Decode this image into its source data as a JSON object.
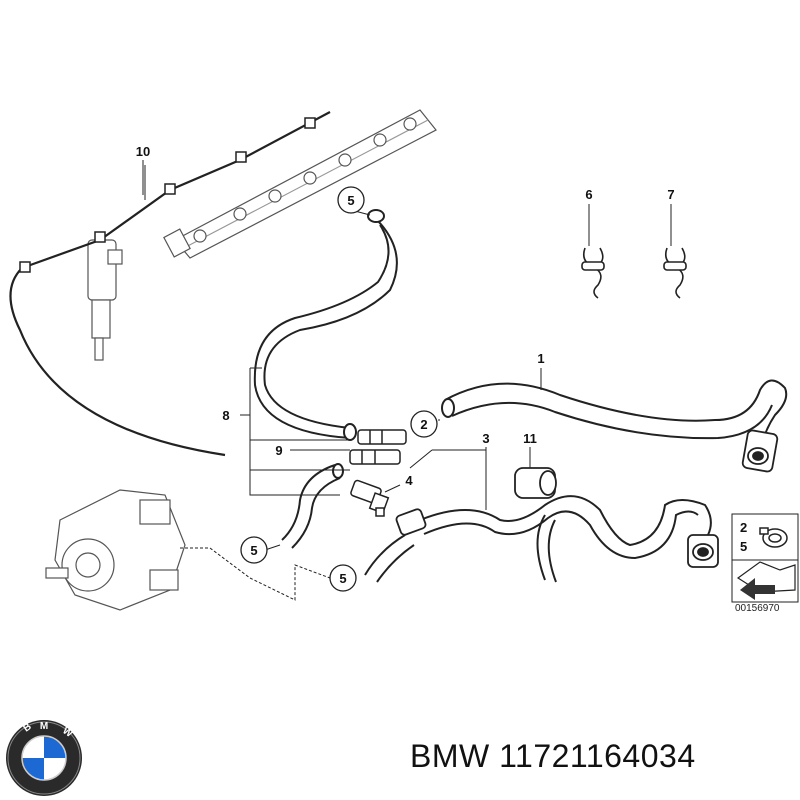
{
  "callouts": {
    "c1": "1",
    "c2": "2",
    "c3": "3",
    "c4": "4",
    "c5a": "5",
    "c5b": "5",
    "c5c": "5",
    "c6": "6",
    "c7": "7",
    "c8": "8",
    "c9": "9",
    "c10": "10",
    "c11": "11"
  },
  "legend": {
    "row1": "2",
    "row2": "5"
  },
  "diagram_number": "00156970",
  "brand": {
    "caption": "BMW 11721164034",
    "logo_letters": "BMW"
  },
  "colors": {
    "line": "#222222",
    "hose_fill": "#ffffff",
    "logo_blue": "#1c69d4"
  }
}
